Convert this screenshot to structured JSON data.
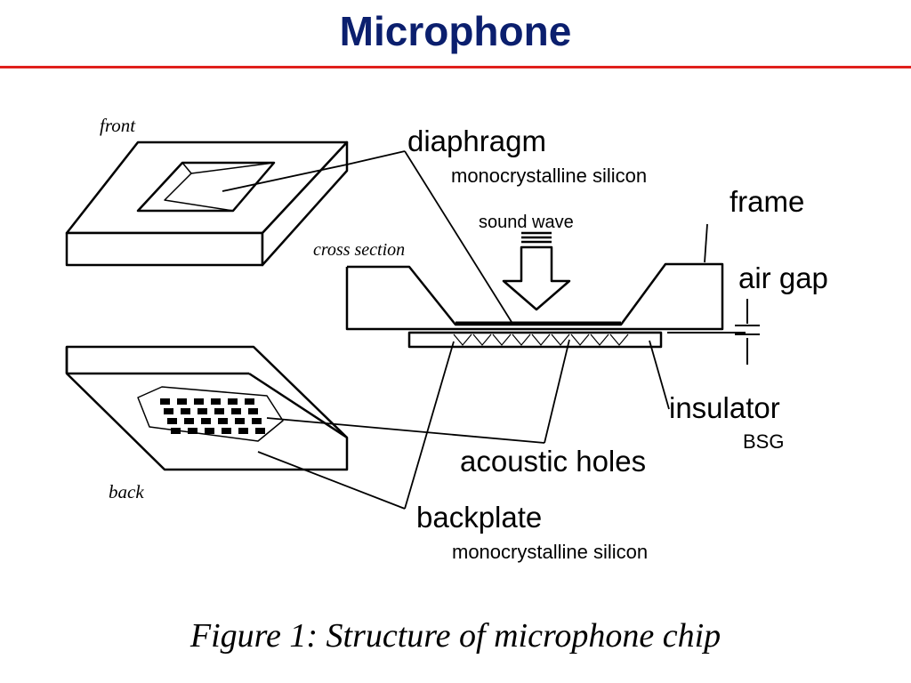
{
  "slide": {
    "title": "Microphone",
    "title_color": "#0b1f6e",
    "rule_color": "#e0201c"
  },
  "diagram": {
    "view_labels": {
      "front": "front",
      "back": "back",
      "cross_section": "cross section"
    },
    "labels": {
      "diaphragm": "diaphragm",
      "diaphragm_material": "monocrystalline silicon",
      "sound_wave": "sound wave",
      "frame": "frame",
      "air_gap": "air gap",
      "insulator": "insulator",
      "insulator_material": "BSG",
      "acoustic_holes": "acoustic holes",
      "backplate": "backplate",
      "backplate_material": "monocrystalline silicon"
    }
  },
  "caption": "Figure 1: Structure of microphone chip"
}
